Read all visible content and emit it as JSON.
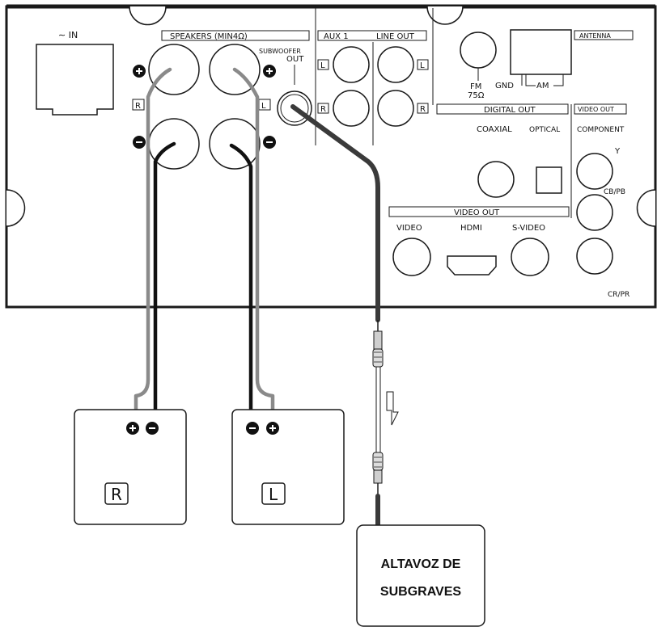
{
  "panel": {
    "ac_in": "∼ IN",
    "speakers_header": "SPEAKERS (MIN4Ω)",
    "subwoofer_out_line1": "SUBWOOFER",
    "subwoofer_out_line2": "OUT",
    "aux1": "AUX 1",
    "line_out": "LINE OUT",
    "fm": "FM",
    "fm_ohm": "75Ω",
    "gnd": "GND",
    "am": "AM",
    "antenna": "ANTENNA",
    "digital_out": "DIGITAL OUT",
    "coaxial": "COAXIAL",
    "optical": "OPTICAL",
    "video_out_component_header": "VIDEO OUT",
    "component": "COMPONENT",
    "y": "Y",
    "cb_pb": "CB/PB",
    "cr_pr": "CR/PR",
    "video_out_header": "VIDEO OUT",
    "video": "VIDEO",
    "hdmi": "HDMI",
    "s_video": "S-VIDEO",
    "letter_l": "L",
    "letter_r": "R"
  },
  "speakers": {
    "right_label": "R",
    "left_label": "L"
  },
  "subwoofer": {
    "label_line1": "ALTAVOZ DE",
    "label_line2": "SUBGRAVES"
  },
  "colors": {
    "positive_wire": "#8a8a8a",
    "negative_wire": "#111111",
    "outline": "#1a1a1a"
  }
}
